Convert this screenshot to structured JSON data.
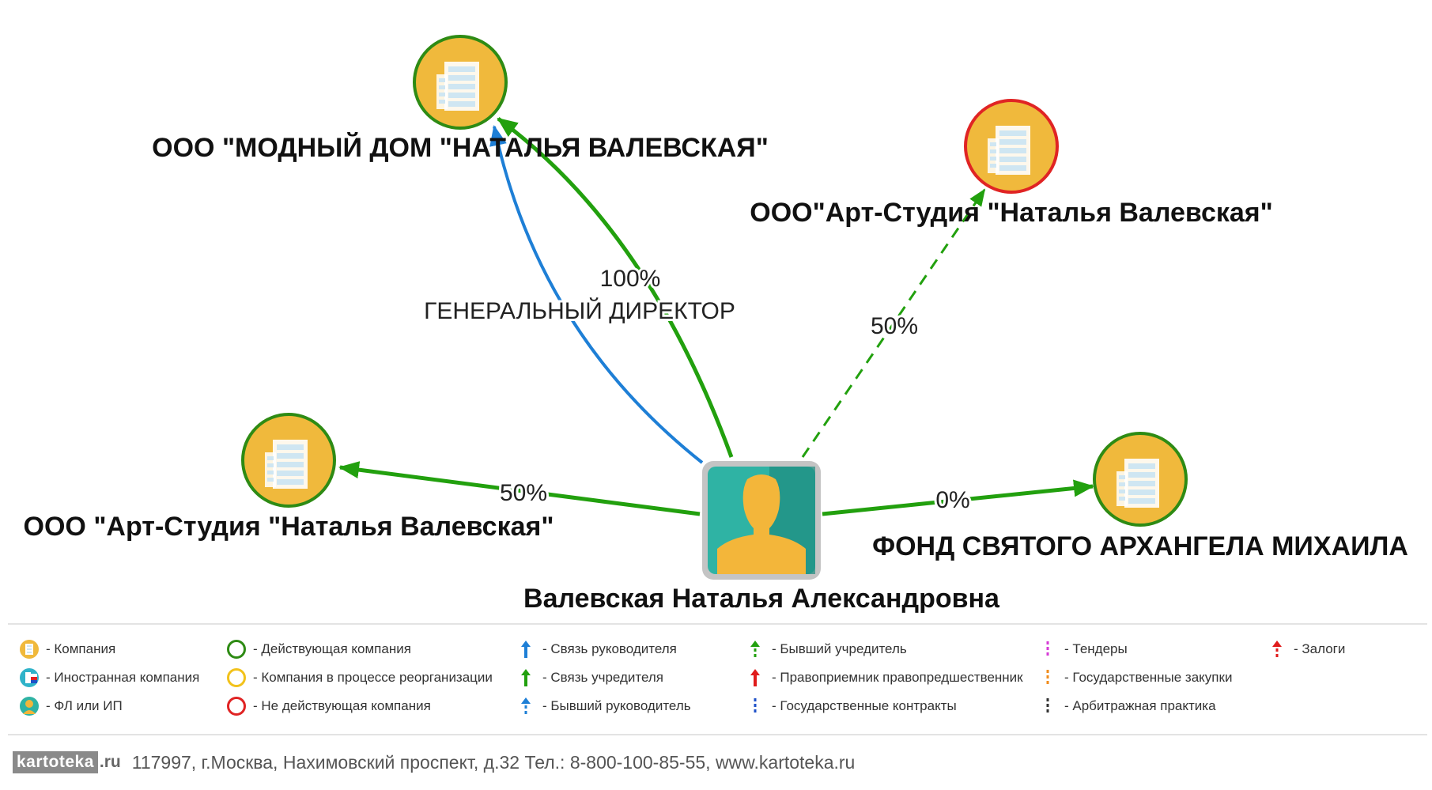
{
  "nodes": {
    "modny_dom": {
      "label": "ООО \"МОДНЫЙ ДОМ \"НАТАЛЬЯ ВАЛЕВСКАЯ\"",
      "kind": "company",
      "status": "active"
    },
    "art_studia_1": {
      "label": "ООО\"Арт-Студия \"Наталья Валевская\"",
      "kind": "company",
      "status": "inactive"
    },
    "art_studia_2": {
      "label": "ООО \"Арт-Студия \"Наталья Валевская\"",
      "kind": "company",
      "status": "active"
    },
    "fond": {
      "label": "ФОНД СВЯТОГО АРХАНГЕЛА МИХАИЛА",
      "kind": "company",
      "status": "active"
    },
    "person": {
      "label": "Валевская Наталья Александровна",
      "kind": "person"
    }
  },
  "edges": {
    "director": {
      "from": "person",
      "to": "modny_dom",
      "type": "manager",
      "label": "ГЕНЕРАЛЬНЫЙ ДИРЕКТОР"
    },
    "founder_modny": {
      "from": "person",
      "to": "modny_dom",
      "type": "founder",
      "label": "100%"
    },
    "former_art1": {
      "from": "person",
      "to": "art_studia_1",
      "type": "former-founder",
      "label": "50%"
    },
    "founder_art2": {
      "from": "person",
      "to": "art_studia_2",
      "type": "founder",
      "label": "50%"
    },
    "founder_fond": {
      "from": "person",
      "to": "fond",
      "type": "founder",
      "label": "0%"
    }
  },
  "legend": {
    "company": "- Компания",
    "foreign_company": "- Иностранная компания",
    "person": "- ФЛ или ИП",
    "active": "- Действующая компания",
    "reorganizing": "- Компания в процессе реорганизации",
    "inactive": "- Не действующая компания",
    "manager_link": "- Связь руководителя",
    "founder_link": "- Связь учредителя",
    "former_manager": "- Бывший руководитель",
    "former_founder": "- Бывший учредитель",
    "successor": "- Правоприемник правопредшественник",
    "gov_contracts": "- Государственные контракты",
    "tenders": "- Тендеры",
    "gov_purchases": "- Государственные закупки",
    "arbitration": "- Арбитражная практика",
    "pledges": "- Залоги"
  },
  "footer": {
    "logo_main": "kartoteka",
    "logo_tld": ".ru",
    "contact": "117997, г.Москва, Нахимовский проспект, д.32  Тел.: 8-800-100-85-55,  www.kartoteka.ru"
  },
  "colors": {
    "company_fill": "#f0b93c",
    "active_ring": "#2e8b14",
    "inactive_ring": "#e02424",
    "reorganizing_ring": "#f2c21b",
    "founder_edge": "#22a00e",
    "manager_edge": "#1e7fd6",
    "person_tile": "#2fb3a4",
    "person_tile_dark": "#1e8c7f",
    "person_figure": "#f3b63a",
    "successor": "#e01b1b",
    "tenders": "#d63bd6",
    "gov_purchases": "#f08c1e",
    "arbitration": "#333333"
  },
  "icons": {
    "company": "company-building-icon",
    "person": "person-avatar-icon"
  }
}
